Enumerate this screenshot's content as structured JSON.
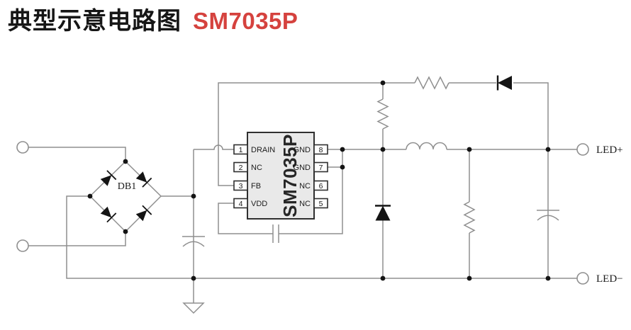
{
  "header": {
    "title": "典型示意电路图",
    "part_number": "SM7035P"
  },
  "colors": {
    "accent_red": "#d5423e",
    "wire_gray": "#8f8f8f",
    "component_black": "#141414",
    "chip_fill": "#e9e9e9",
    "chip_border": "#2f2f2f"
  },
  "chip": {
    "name": "SM7035P",
    "left_pins": [
      {
        "number": "1",
        "label": "DRAIN"
      },
      {
        "number": "2",
        "label": "NC"
      },
      {
        "number": "3",
        "label": "FB"
      },
      {
        "number": "4",
        "label": "VDD"
      }
    ],
    "right_pins": [
      {
        "number": "8",
        "label": "GND"
      },
      {
        "number": "7",
        "label": "GND"
      },
      {
        "number": "6",
        "label": "NC"
      },
      {
        "number": "5",
        "label": "NC"
      }
    ]
  },
  "labels": {
    "bridge_rectifier": "DB1",
    "output_positive": "LED+",
    "output_negative": "LED−"
  }
}
